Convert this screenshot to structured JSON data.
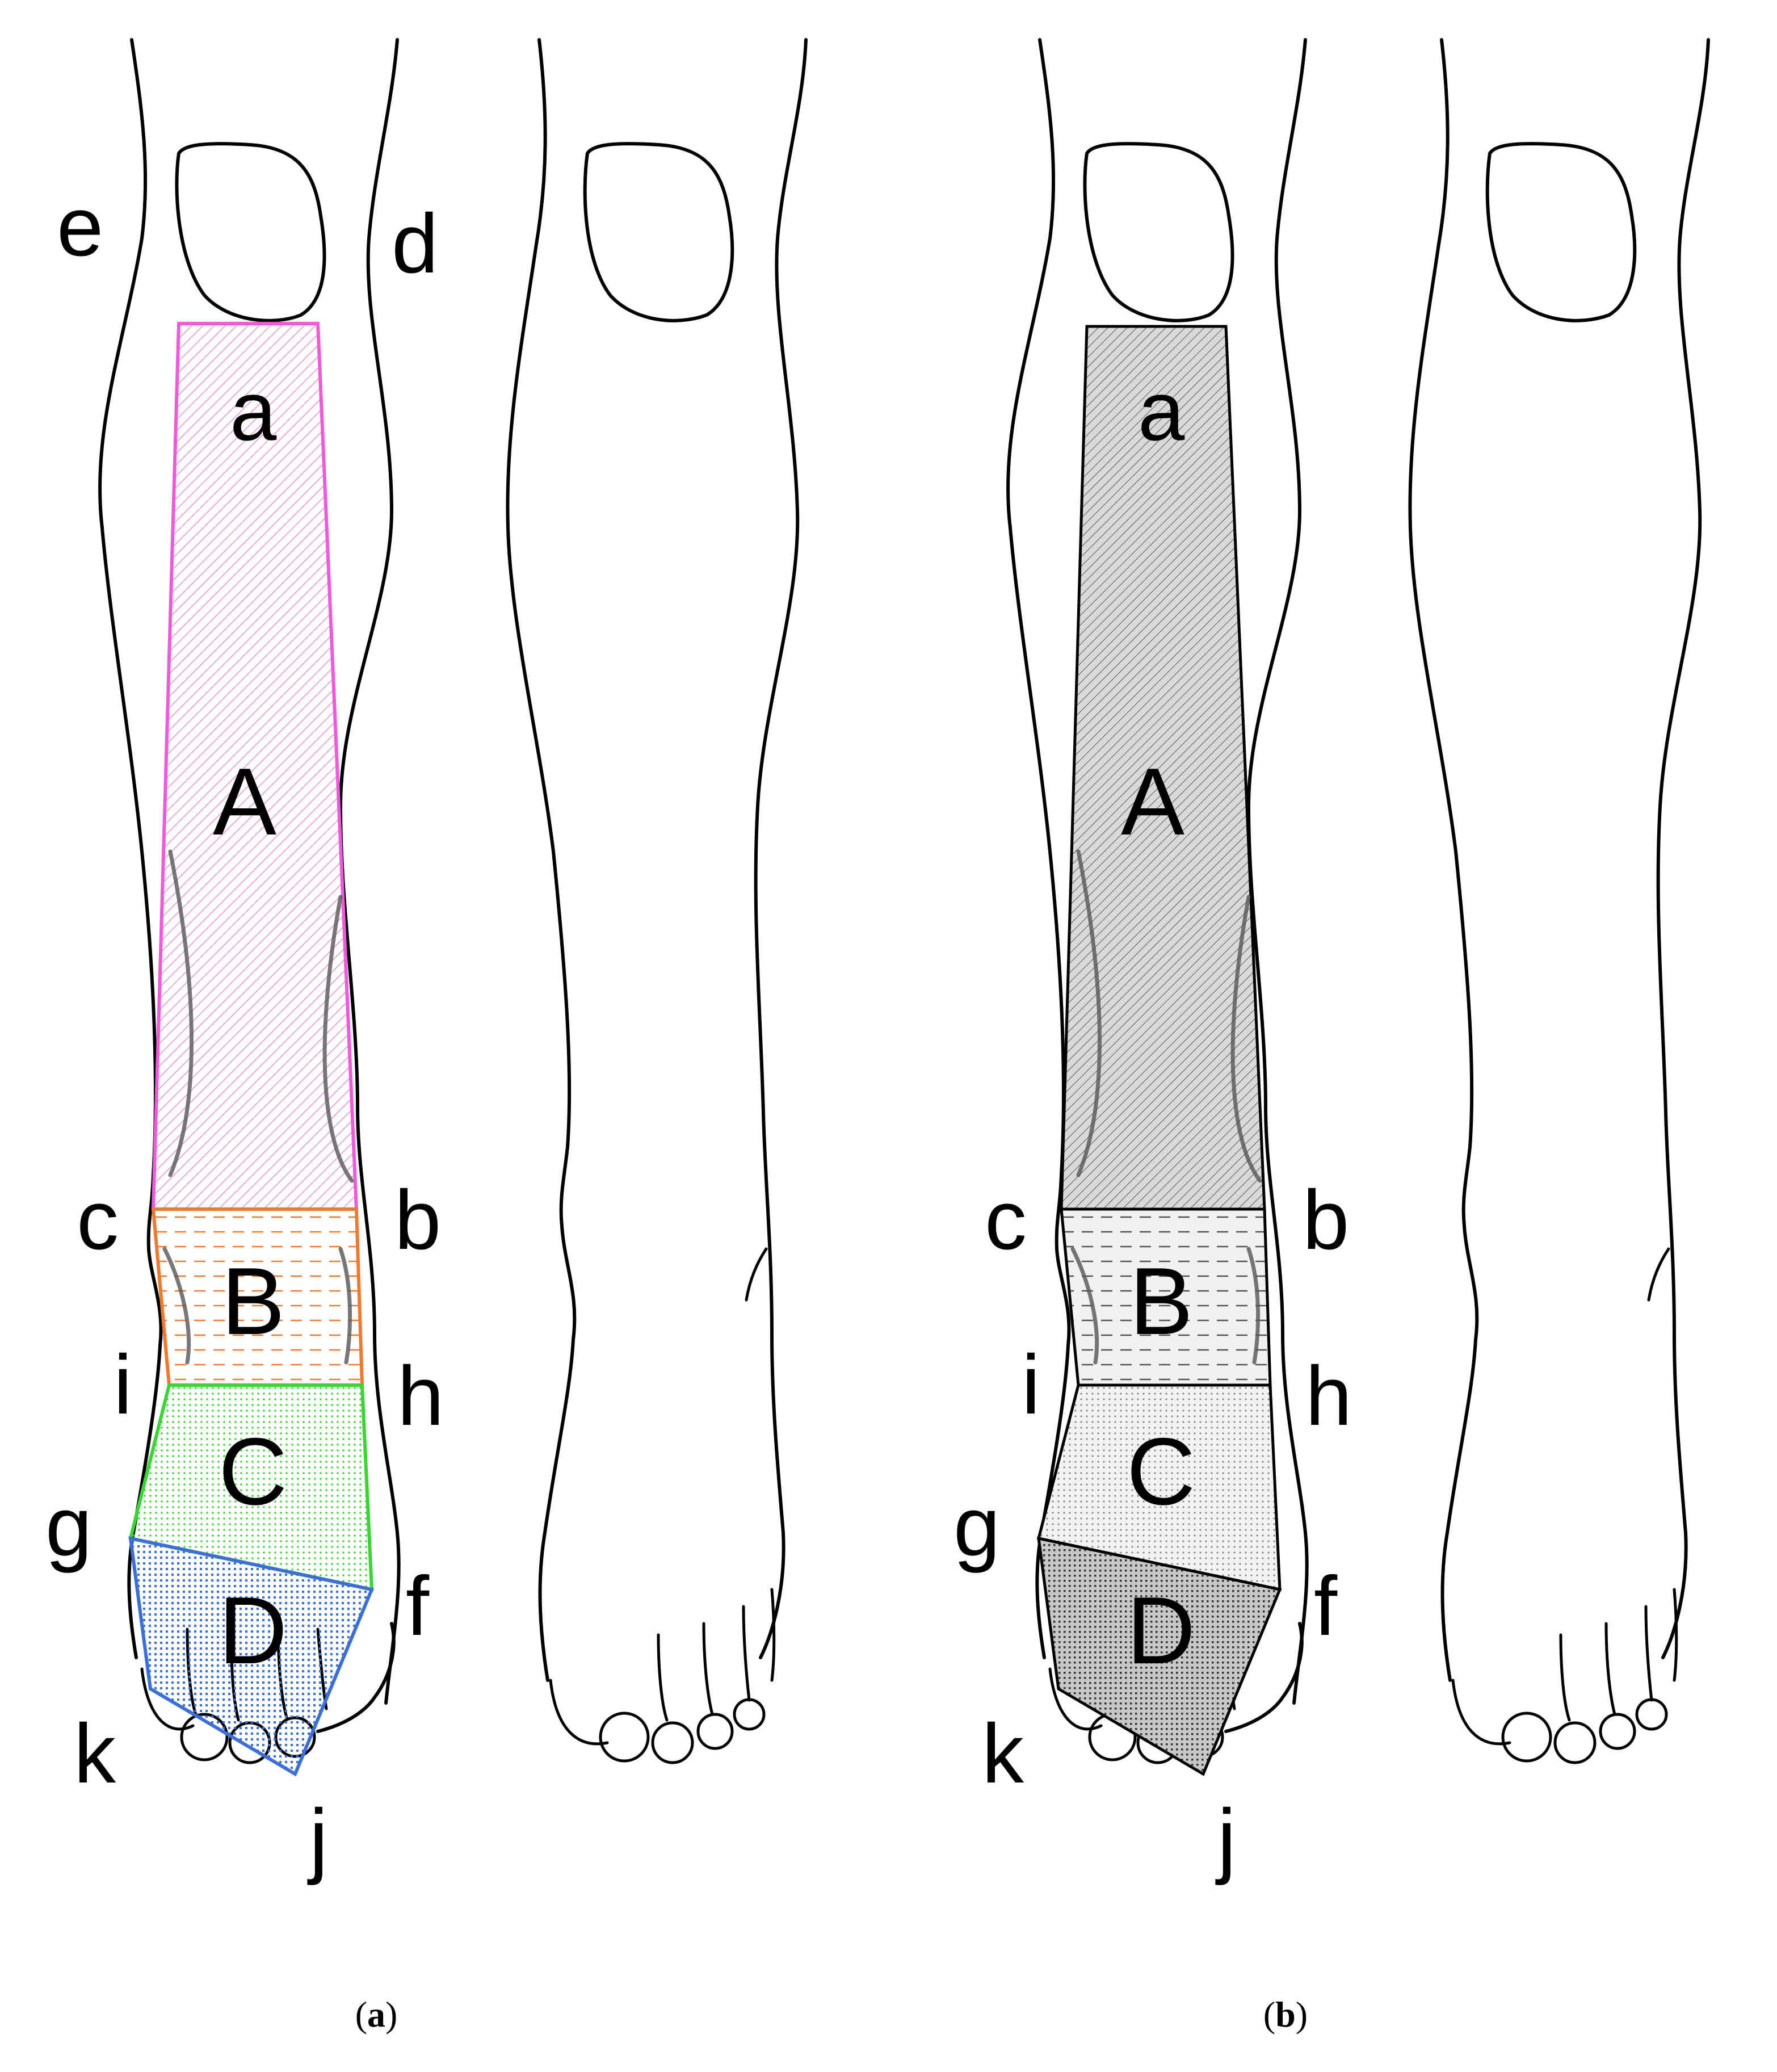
{
  "panels": [
    {
      "id": "a",
      "caption_open": "(",
      "caption_letter": "a",
      "caption_close": ")",
      "regions": {
        "A": {
          "label": "A",
          "color": "#ee5bd9"
        },
        "B": {
          "label": "B",
          "color": "#ee7a30"
        },
        "C": {
          "label": "C",
          "color": "#3ad534"
        },
        "D": {
          "label": "D",
          "color": "#3c6ed8"
        }
      },
      "points": {
        "a": "a",
        "b": "b",
        "c": "c",
        "d": "d",
        "e": "e",
        "f": "f",
        "g": "g",
        "h": "h",
        "i": "i",
        "j": "j",
        "k": "k"
      }
    },
    {
      "id": "b",
      "caption_open": "(",
      "caption_letter": "b",
      "caption_close": ")",
      "regions": {
        "A": {
          "label": "A",
          "color": "#000000"
        },
        "B": {
          "label": "B",
          "color": "#000000"
        },
        "C": {
          "label": "C",
          "color": "#000000"
        },
        "D": {
          "label": "D",
          "color": "#000000"
        }
      },
      "points": {
        "a": "a",
        "b": "b",
        "c": "c",
        "f": "f",
        "g": "g",
        "h": "h",
        "i": "i",
        "j": "j",
        "k": "k"
      }
    }
  ]
}
